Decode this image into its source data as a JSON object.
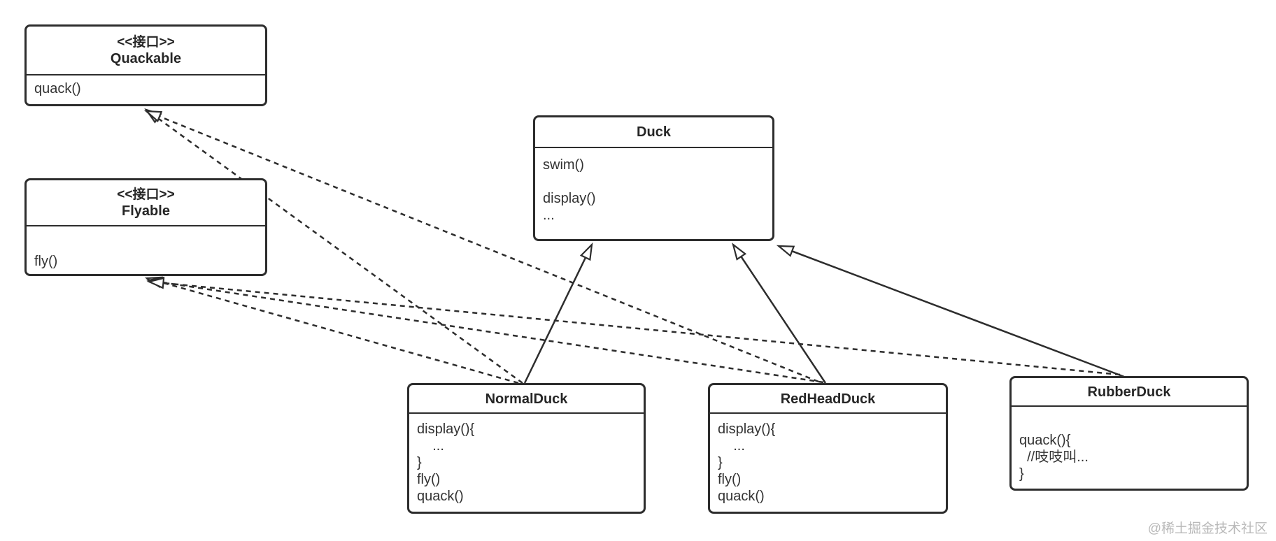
{
  "diagram_type": "uml-class-diagram",
  "colors": {
    "background": "#ffffff",
    "line": "#2d2d2d",
    "box_border": "#2d2d2d",
    "title_text": "#262626",
    "body_text": "#333333",
    "watermark": "#b9b9b9"
  },
  "interfaces": {
    "quackable": {
      "stereotype": "<<接口>>",
      "name": "Quackable",
      "methods": [
        "quack()"
      ]
    },
    "flyable": {
      "stereotype": "<<接口>>",
      "name": "Flyable",
      "methods": [
        "fly()"
      ]
    }
  },
  "classes": {
    "duck": {
      "name": "Duck",
      "methods": [
        "swim()",
        "",
        "display()",
        "..."
      ]
    },
    "normal_duck": {
      "name": "NormalDuck",
      "methods": [
        "display(){",
        "    ...",
        "}",
        "fly()",
        "quack()"
      ]
    },
    "red_head_duck": {
      "name": "RedHeadDuck",
      "methods": [
        "display(){",
        "    ...",
        "}",
        "fly()",
        "quack()"
      ]
    },
    "rubber_duck": {
      "name": "RubberDuck",
      "methods": [
        "quack(){",
        "  //吱吱叫...",
        "}"
      ]
    }
  },
  "relationships": [
    {
      "from": "NormalDuck",
      "to": "Duck",
      "type": "generalization",
      "line": "solid",
      "arrowhead": "hollow-triangle"
    },
    {
      "from": "RedHeadDuck",
      "to": "Duck",
      "type": "generalization",
      "line": "solid",
      "arrowhead": "hollow-triangle"
    },
    {
      "from": "RubberDuck",
      "to": "Duck",
      "type": "generalization",
      "line": "solid",
      "arrowhead": "hollow-triangle"
    },
    {
      "from": "NormalDuck",
      "to": "Quackable",
      "type": "realization",
      "line": "dashed",
      "arrowhead": "hollow-triangle"
    },
    {
      "from": "NormalDuck",
      "to": "Flyable",
      "type": "realization",
      "line": "dashed",
      "arrowhead": "hollow-triangle"
    },
    {
      "from": "RedHeadDuck",
      "to": "Quackable",
      "type": "realization",
      "line": "dashed",
      "arrowhead": "hollow-triangle"
    },
    {
      "from": "RedHeadDuck",
      "to": "Flyable",
      "type": "realization",
      "line": "dashed",
      "arrowhead": "hollow-triangle"
    },
    {
      "from": "RubberDuck",
      "to": "Flyable",
      "type": "realization",
      "line": "dashed",
      "arrowhead": "hollow-triangle"
    }
  ],
  "watermark": "@稀土掘金技术社区"
}
